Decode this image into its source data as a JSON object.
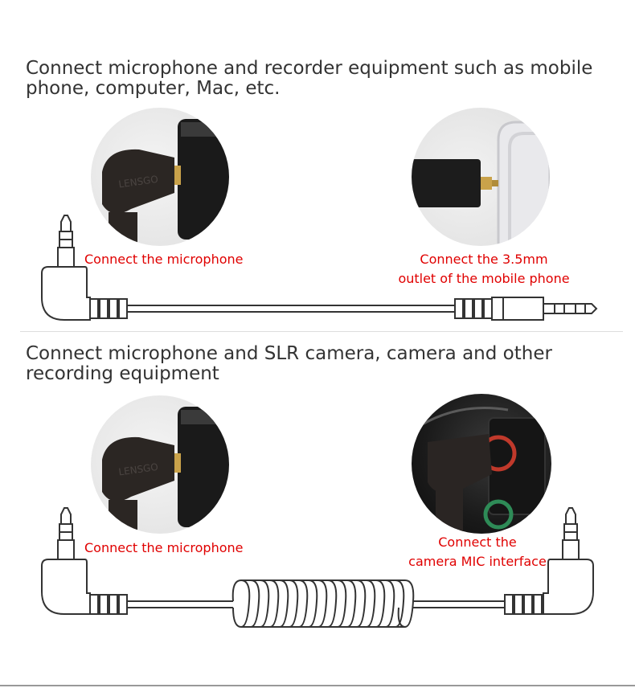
{
  "section1": {
    "heading": "Connect microphone and recorder equipment such as mobile phone, computer, Mac, etc.",
    "label_left": "Connect the microphone",
    "label_right_line1": "Connect the 3.5mm",
    "label_right_line2": "outlet of the mobile phone",
    "mic_brand": "LENSGO"
  },
  "section2": {
    "heading": "Connect microphone and SLR camera, camera and other recording equipment",
    "label_left": "Connect the microphone",
    "label_right_line1": "Connect the",
    "label_right_line2": "camera MIC interface",
    "mic_brand": "LENSGO"
  },
  "colors": {
    "heading": "#333333",
    "label": "#e00000",
    "line_art": "#333333",
    "divider": "#dddddd"
  }
}
